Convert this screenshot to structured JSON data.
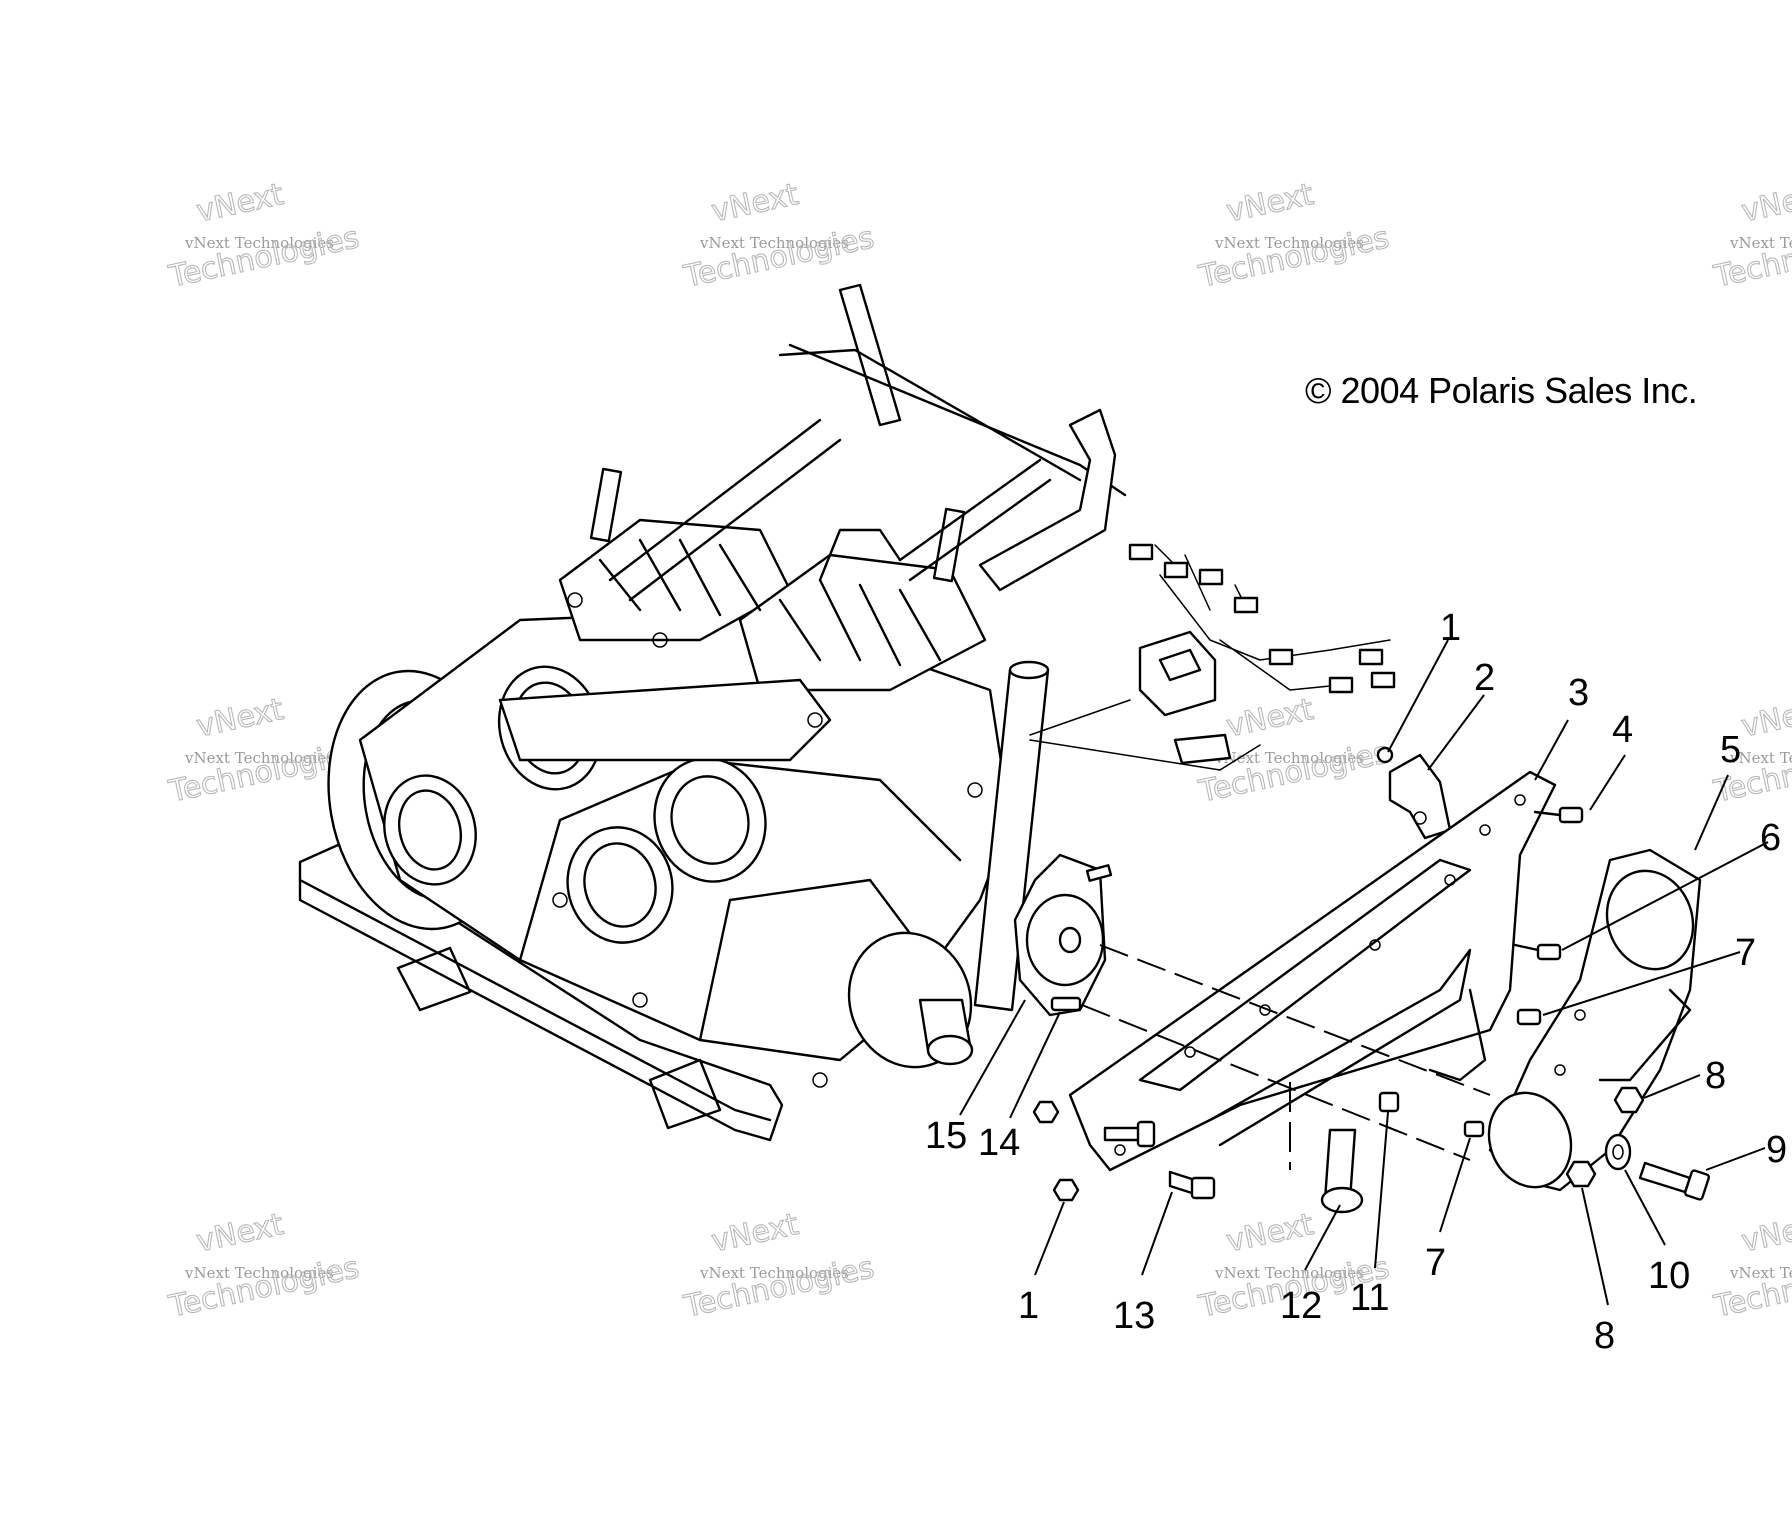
{
  "copyright": "© 2004 Polaris Sales Inc.",
  "watermark": {
    "line1": "vNext",
    "line2": "Technologies",
    "small": "vNext Technologies"
  },
  "callouts": [
    {
      "id": "callout-1-top",
      "label": "1"
    },
    {
      "id": "callout-2",
      "label": "2"
    },
    {
      "id": "callout-3",
      "label": "3"
    },
    {
      "id": "callout-4",
      "label": "4"
    },
    {
      "id": "callout-5",
      "label": "5"
    },
    {
      "id": "callout-6",
      "label": "6"
    },
    {
      "id": "callout-7-right",
      "label": "7"
    },
    {
      "id": "callout-8-right",
      "label": "8"
    },
    {
      "id": "callout-9",
      "label": "9"
    },
    {
      "id": "callout-10",
      "label": "10"
    },
    {
      "id": "callout-8-bottom",
      "label": "8"
    },
    {
      "id": "callout-7-bottom",
      "label": "7"
    },
    {
      "id": "callout-11",
      "label": "11"
    },
    {
      "id": "callout-12",
      "label": "12"
    },
    {
      "id": "callout-13",
      "label": "13"
    },
    {
      "id": "callout-1-bottom",
      "label": "1"
    },
    {
      "id": "callout-14",
      "label": "14"
    },
    {
      "id": "callout-15",
      "label": "15"
    }
  ]
}
